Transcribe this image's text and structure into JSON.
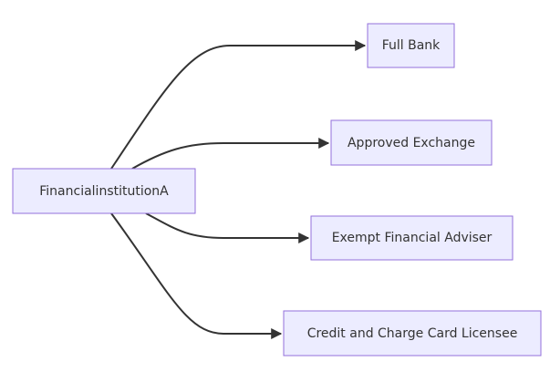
{
  "diagram": {
    "type": "flowchart",
    "direction": "left-to-right",
    "colors": {
      "node_fill": "#ececff",
      "node_border": "#9370db",
      "edge": "#333333",
      "text": "#333333"
    },
    "nodes": [
      {
        "id": "source",
        "label": "FinancialinstitutionA"
      },
      {
        "id": "full-bank",
        "label": "Full Bank"
      },
      {
        "id": "approved-exchange",
        "label": "Approved Exchange"
      },
      {
        "id": "exempt-financial-adviser",
        "label": "Exempt Financial Adviser"
      },
      {
        "id": "credit-charge-card-licensee",
        "label": "Credit and Charge Card Licensee"
      }
    ],
    "edges": [
      {
        "from": "source",
        "to": "full-bank"
      },
      {
        "from": "source",
        "to": "approved-exchange"
      },
      {
        "from": "source",
        "to": "exempt-financial-adviser"
      },
      {
        "from": "source",
        "to": "credit-charge-card-licensee"
      }
    ]
  }
}
